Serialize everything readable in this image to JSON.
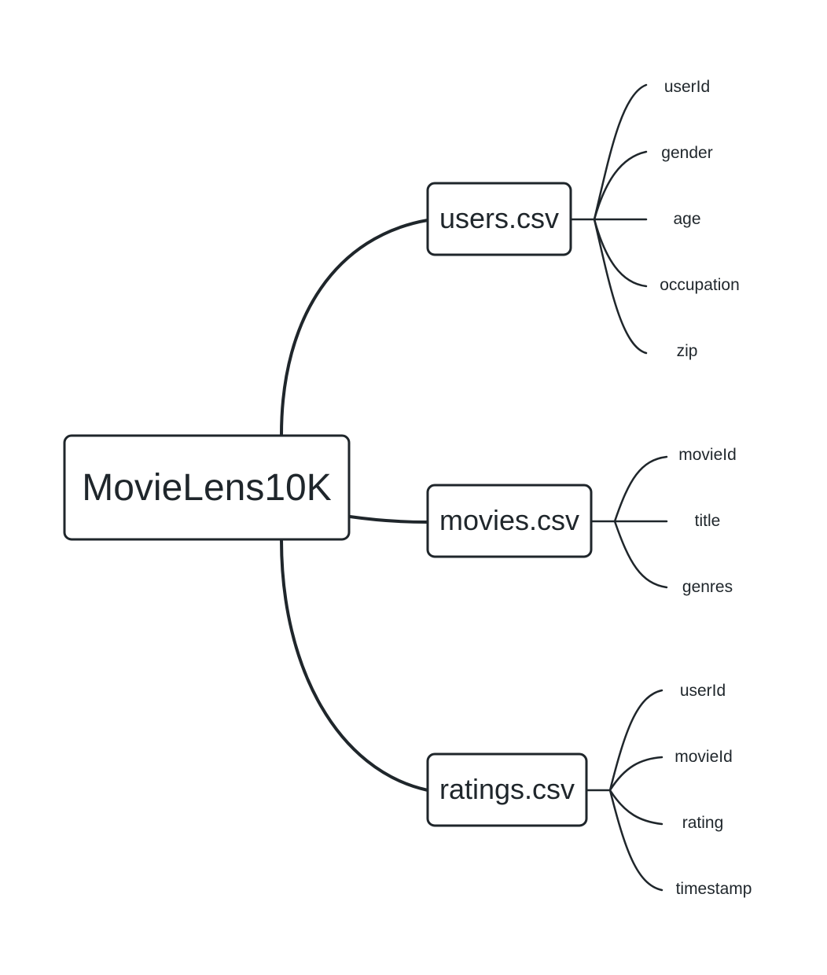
{
  "root": {
    "label": "MovieLens10K"
  },
  "files": [
    {
      "label": "users.csv",
      "fields": [
        "userId",
        "gender",
        "age",
        "occupation",
        "zip"
      ]
    },
    {
      "label": "movies.csv",
      "fields": [
        "movieId",
        "title",
        "genres"
      ]
    },
    {
      "label": "ratings.csv",
      "fields": [
        "userId",
        "movieId",
        "rating",
        "timestamp"
      ]
    }
  ],
  "colors": {
    "stroke": "#1f262b",
    "background": "#ffffff"
  }
}
